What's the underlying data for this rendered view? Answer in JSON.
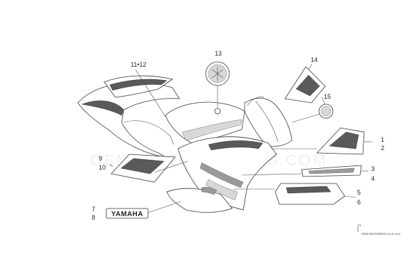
{
  "callouts": {
    "c1": "1",
    "c2": "2",
    "c3": "3",
    "c4": "4",
    "c5": "5",
    "c6": "6",
    "c7": "7",
    "c8": "8",
    "c9": "9",
    "c10": "10",
    "c11_12": "11•12",
    "c13": "13",
    "c14": "14",
    "c15": "15"
  },
  "emblem": {
    "brand": "YAMAHA"
  },
  "watermark": {
    "text": "OEM-MOTORDECALS.COM"
  },
  "credit": {
    "text": "OEM-MOTORDECALS.com"
  }
}
